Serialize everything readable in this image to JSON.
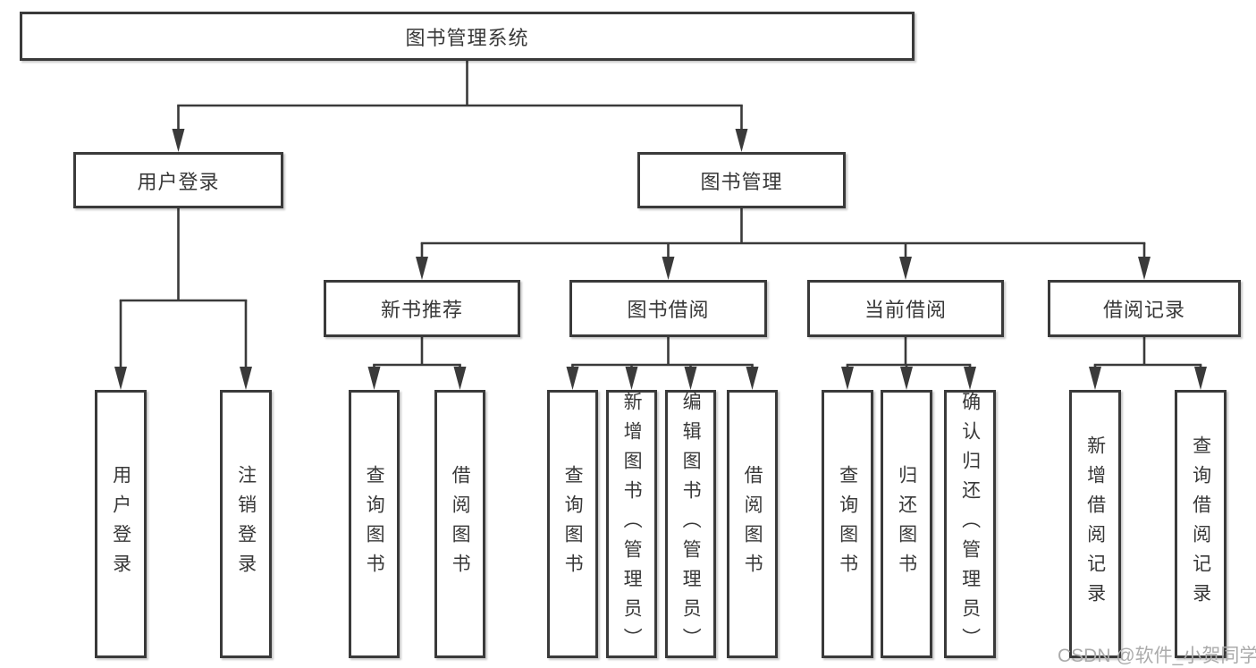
{
  "tree": {
    "root": {
      "label": "图书管理系统",
      "children": [
        {
          "label": "用户登录",
          "children": [
            {
              "label": "用户登录"
            },
            {
              "label": "注销登录"
            }
          ]
        },
        {
          "label": "图书管理",
          "children": [
            {
              "label": "新书推荐",
              "children": [
                {
                  "label": "查询图书"
                },
                {
                  "label": "借阅图书"
                }
              ]
            },
            {
              "label": "图书借阅",
              "children": [
                {
                  "label": "查询图书"
                },
                {
                  "label": "新增图书（管理员）"
                },
                {
                  "label": "编辑图书（管理员）"
                },
                {
                  "label": "借阅图书"
                }
              ]
            },
            {
              "label": "当前借阅",
              "children": [
                {
                  "label": "查询图书"
                },
                {
                  "label": "归还图书"
                },
                {
                  "label": "确认归还（管理员）"
                }
              ]
            },
            {
              "label": "借阅记录",
              "children": [
                {
                  "label": "新增借阅记录"
                },
                {
                  "label": "查询借阅记录"
                }
              ]
            }
          ]
        }
      ]
    }
  },
  "watermark": {
    "text": "CSDN @软件_小贺同学"
  },
  "colors": {
    "line": "#3a3a3a",
    "text": "#383838",
    "background": "#ffffff",
    "watermark": "#ababab"
  }
}
